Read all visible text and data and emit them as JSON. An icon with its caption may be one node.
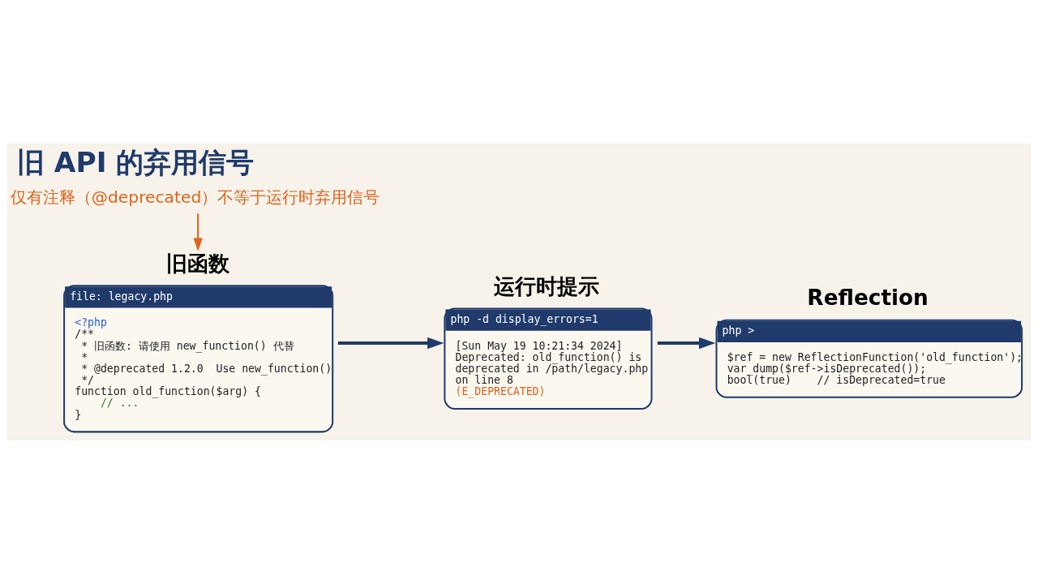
{
  "diagram": {
    "title": "旧 API 的弃用信号",
    "nodes": [
      {
        "text": [
          "旧函数",
          "file: legacy.php",
          "<?php",
          "/**",
          " * 旧函数: 请使用 new_function() 代替",
          " *",
          " * @deprecated 1.2.0  Use new_function()",
          " */",
          "function old_function($arg) {",
          "    // ...",
          "}"
        ]
      },
      {
        "text": [
          "运行时提示",
          "php -d display_errors=1",
          "[Sun May 19 10:21:34 2024]",
          "Deprecated: old_function() is deprecated in /path/legacy.php on line 8",
          "(E_DEPRECATED)"
        ]
      },
      {
        "text": [
          "Reflection",
          "php >",
          "$ref = new ReflectionFunction('old_function');",
          "var_dump($ref->isDeprecated());",
          "bool(true)    // isDeprecated=true"
        ]
      },
      {
        "text": [
          "仅有注释（@deprecated）不等于运行时弃用信号"
        ]
      }
    ],
    "edges": [
      {
        "from": 0,
        "to": 1,
        "arrow": "to"
      },
      {
        "from": 1,
        "to": 2,
        "arrow": "to"
      },
      {
        "from": 3,
        "to": 0,
        "arrow": "to",
        "color": "#e0621c"
      }
    ]
  }
}
